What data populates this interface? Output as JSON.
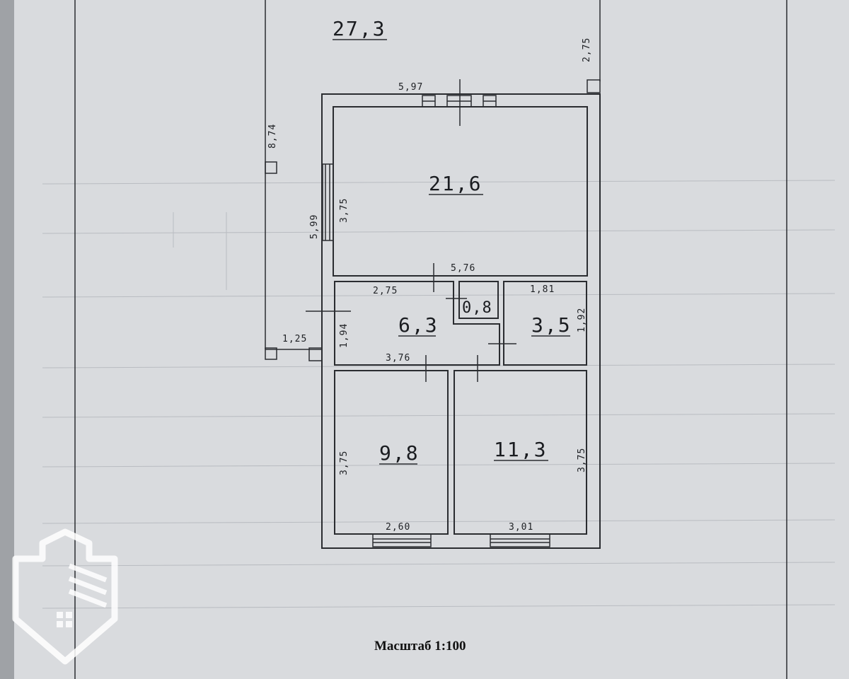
{
  "plan": {
    "outer_area": "27,3",
    "dims": {
      "top_width": "5,97",
      "right_outside": "2,75",
      "left_outside": "8,74",
      "left_wall": "5,99",
      "hall_height": "3,75",
      "hall_bottom": "5,76",
      "corridor_top": "2,75",
      "small_room_top": "1,81",
      "corridor_left": "1,94",
      "small_room_right": "1,92",
      "outside_bottom": "1,25",
      "corridor_bottom": "3,76",
      "room_left_height": "3,75",
      "room_right_height": "3,75",
      "room_left_bottom": "2,60",
      "room_right_bottom": "3,01"
    },
    "rooms": {
      "hall": "21,6",
      "corridor": "6,3",
      "closet": "0,8",
      "bath": "3,5",
      "bedroom_left": "9,8",
      "bedroom_right": "11,3"
    },
    "scale_label": "Масштаб 1:100"
  }
}
